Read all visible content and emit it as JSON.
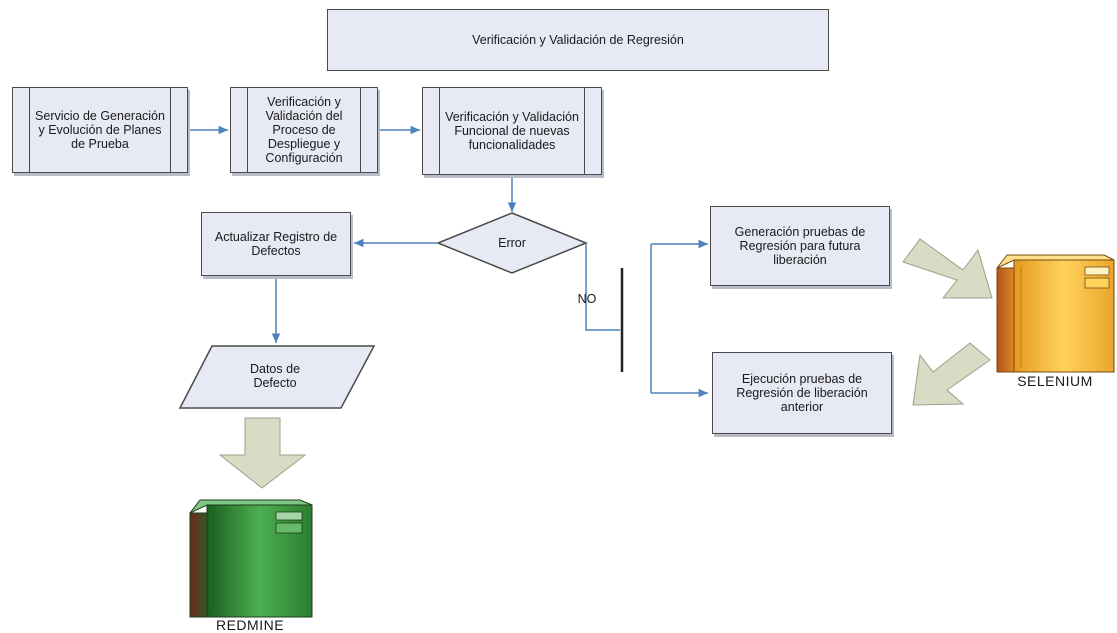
{
  "title": "Verificación y Validación de Regresión",
  "process_1": "Servicio de Generación  y Evolución de Planes de Prueba",
  "process_2": "Verificación y Validación del Proceso de Despliegue y Configuración",
  "process_3": "Verificación y Validación Funcional de nuevas funcionalidades",
  "decision": "Error",
  "no_label": "NO",
  "update_defects": "Actualizar Registro de Defectos",
  "defect_data": "Datos de Defecto",
  "generate_regression": "Generación pruebas de Regresión para futura liberación",
  "execute_regression": "Ejecución pruebas de Regresión de liberación anterior",
  "server_left": "REDMINE",
  "server_right": "SELENIUM",
  "colors": {
    "box_fill": "#e7eaf4",
    "box_border": "#4a4a4a",
    "connector": "#4f81bd",
    "big_arrow_fill": "#d9dcc4",
    "redmine_green": "#2e7d32",
    "selenium_orange": "#f0a82a"
  }
}
